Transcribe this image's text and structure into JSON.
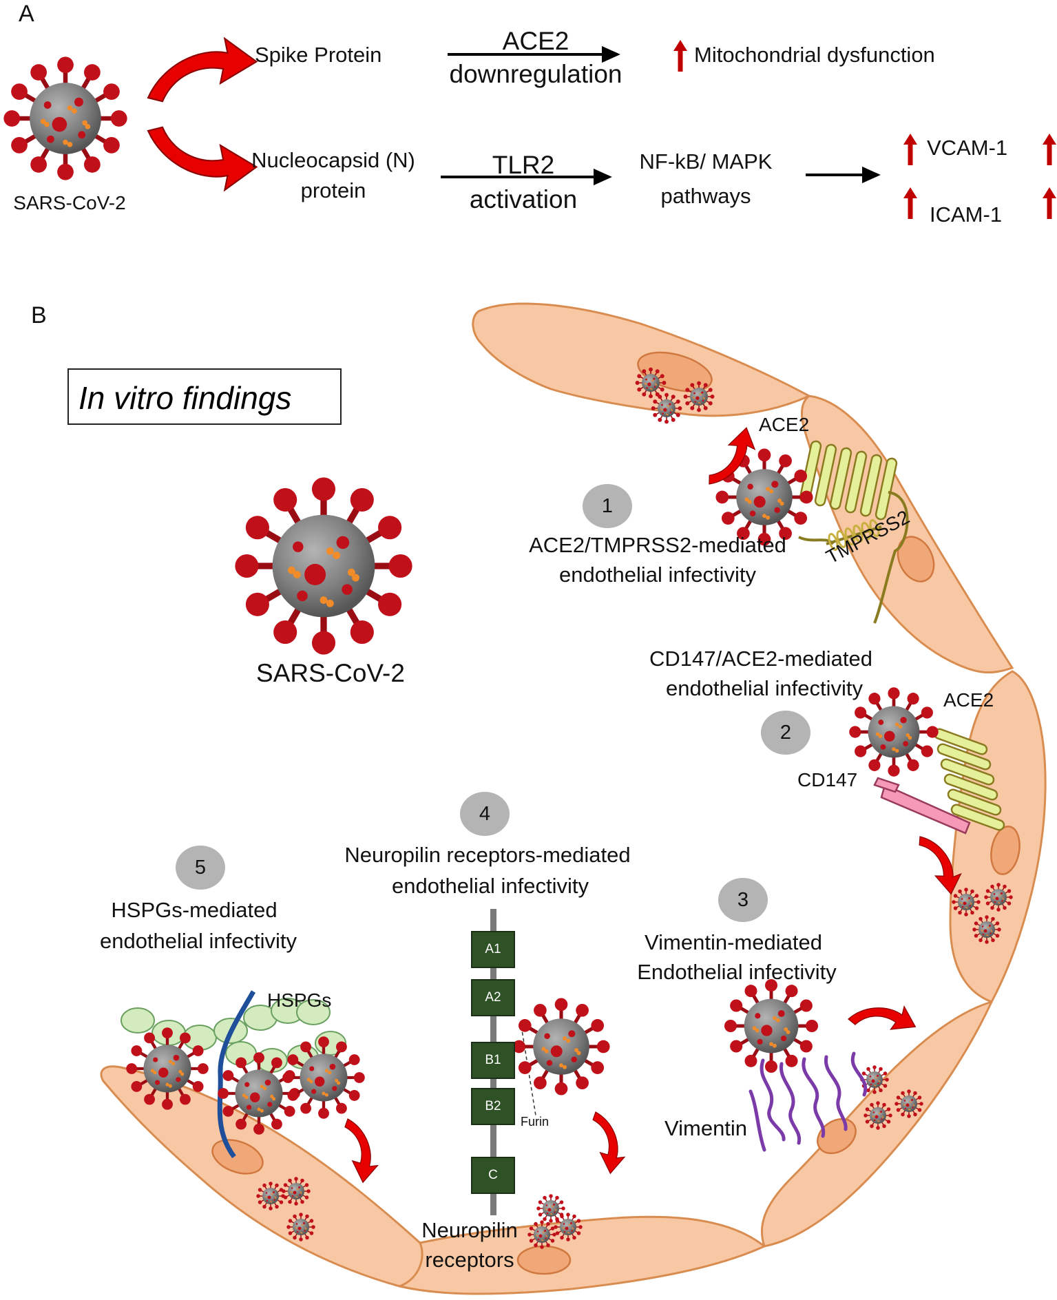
{
  "panel_a": {
    "letter": "A",
    "virus_label": "SARS-CoV-2",
    "row1": {
      "source": "Spike Protein",
      "arrow_top": "ACE2",
      "arrow_bottom": "downregulation",
      "outcome": "Mitochondrial dysfunction"
    },
    "row2": {
      "source_line1": "Nucleocapsid (N)",
      "source_line2": "protein",
      "arrow_top": "TLR2",
      "arrow_bottom": "activation",
      "pathway_line1": "NF-kB/ MAPK",
      "pathway_line2": "pathways",
      "outcome1": "VCAM-1",
      "outcome2": "ICAM-1"
    },
    "colors": {
      "curved_arrow": "#e60000",
      "up_arrow": "#c00000",
      "virus_body": "#808080",
      "spike": "#c0101a"
    }
  },
  "panel_b": {
    "letter": "B",
    "box_title": "In vitro findings",
    "virus_label": "SARS-CoV-2",
    "mechanisms": [
      {
        "number": "1",
        "line1": "ACE2/TMPRSS2-mediated",
        "line2": "endothelial infectivity"
      },
      {
        "number": "2",
        "line1": "CD147/ACE2-mediated",
        "line2": "endothelial infectivity"
      },
      {
        "number": "3",
        "line1": "Vimentin-mediated",
        "line2": "Endothelial infectivity"
      },
      {
        "number": "4",
        "line1": "Neuropilin receptors-mediated",
        "line2": "endothelial infectivity"
      },
      {
        "number": "5",
        "line1": "HSPGs-mediated",
        "line2": "endothelial infectivity"
      }
    ],
    "receptor_labels": {
      "ace2_top": "ACE2",
      "tmprss2": "TMPRSS2",
      "ace2_right": "ACE2",
      "cd147": "CD147",
      "vimentin": "Vimentin",
      "hspgs": "HSPGs",
      "furin": "Furin",
      "neuropilin_line1": "Neuropilin",
      "neuropilin_line2": "receptors"
    },
    "neuropilin_domains": [
      "A1",
      "A2",
      "B1",
      "B2",
      "C"
    ],
    "colors": {
      "cell": "#f8c8a4",
      "cell_border": "#d98c50",
      "nucleus": "#f0a878",
      "ace2": "#e4f09a",
      "cd147": "#f49ab8",
      "vimentin": "#7a3aa8",
      "hspg_bead": "#d4ebc0",
      "hspg_chain": "#1f4e9a",
      "domain": "#2e5226"
    }
  }
}
